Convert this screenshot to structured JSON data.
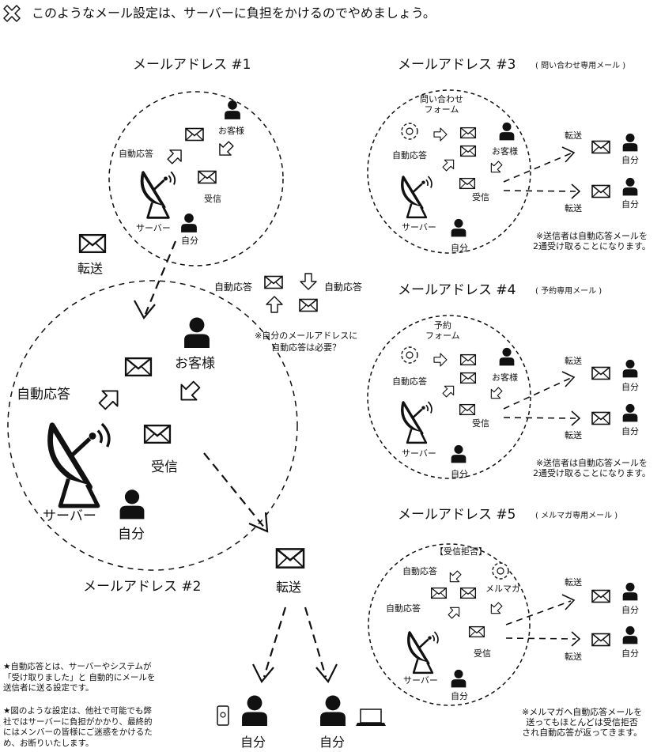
{
  "header": {
    "warning_text": "このようなメール設定は、サーバーに負担をかけるのでやめましょう。",
    "icon": "cross-mark-icon"
  },
  "address1": {
    "title": "メールアドレス #1",
    "auto_reply": "自動応答",
    "customer": "お客様",
    "receive": "受信",
    "server": "サーバー",
    "self": "自分"
  },
  "forward_1_2": "転送",
  "address2": {
    "title": "メールアドレス #2",
    "auto_reply": "自動応答",
    "customer": "お客様",
    "receive": "受信",
    "server": "サーバー",
    "self": "自分",
    "forward": "転送",
    "self_phone": "自分",
    "self_pc": "自分"
  },
  "middle": {
    "auto_reply_left": "自動応答",
    "auto_reply_right": "自動応答",
    "question": "※自分のメールアドレスに\n自動応答は必要？"
  },
  "address3": {
    "title": "メールアドレス #3",
    "subtitle": "( 問い合わせ専用メール )",
    "form": "問い合わせ\nフォーム",
    "auto_reply": "自動応答",
    "customer": "お客様",
    "receive": "受信",
    "server": "サーバー",
    "self": "自分",
    "fwd_top": "転送",
    "fwd_bottom": "転送",
    "self_top": "自分",
    "self_bottom": "自分",
    "note": "※送信者は自動応答メールを\n2通受け取ることになります。"
  },
  "address4": {
    "title": "メールアドレス #4",
    "subtitle": "( 予約専用メール )",
    "form": "予約\nフォーム",
    "auto_reply": "自動応答",
    "customer": "お客様",
    "receive": "受信",
    "server": "サーバー",
    "self": "自分",
    "fwd_top": "転送",
    "fwd_bottom": "転送",
    "self_top": "自分",
    "self_bottom": "自分",
    "note": "※送信者は自動応答メールを\n2通受け取ることになります。"
  },
  "address5": {
    "title": "メールアドレス #5",
    "subtitle": "( メルマガ専用メール )",
    "reject": "【受信拒否】",
    "auto_reply_top": "自動応答",
    "auto_reply": "自動応答",
    "magazine": "メルマガ",
    "receive": "受信",
    "server": "サーバー",
    "self": "自分",
    "fwd_top": "転送",
    "fwd_bottom": "転送",
    "self_top": "自分",
    "self_bottom": "自分",
    "note": "※メルマガへ自動応答メールを\n送ってもほとんどは受信拒否\nされ自動応答が返ってきます。"
  },
  "footnotes": {
    "note1": "★自動応答とは、サーバーやシステムが\n「受け取りました」と 自動的にメールを\n送信者に送る設定です。",
    "note2": "★図のような設定は、他社で可能でも弊\n社ではサーバーに負担がかかり、最終的\nにはメンバーの皆様にご迷惑をかけるた\nめ、お断りいたします。"
  }
}
